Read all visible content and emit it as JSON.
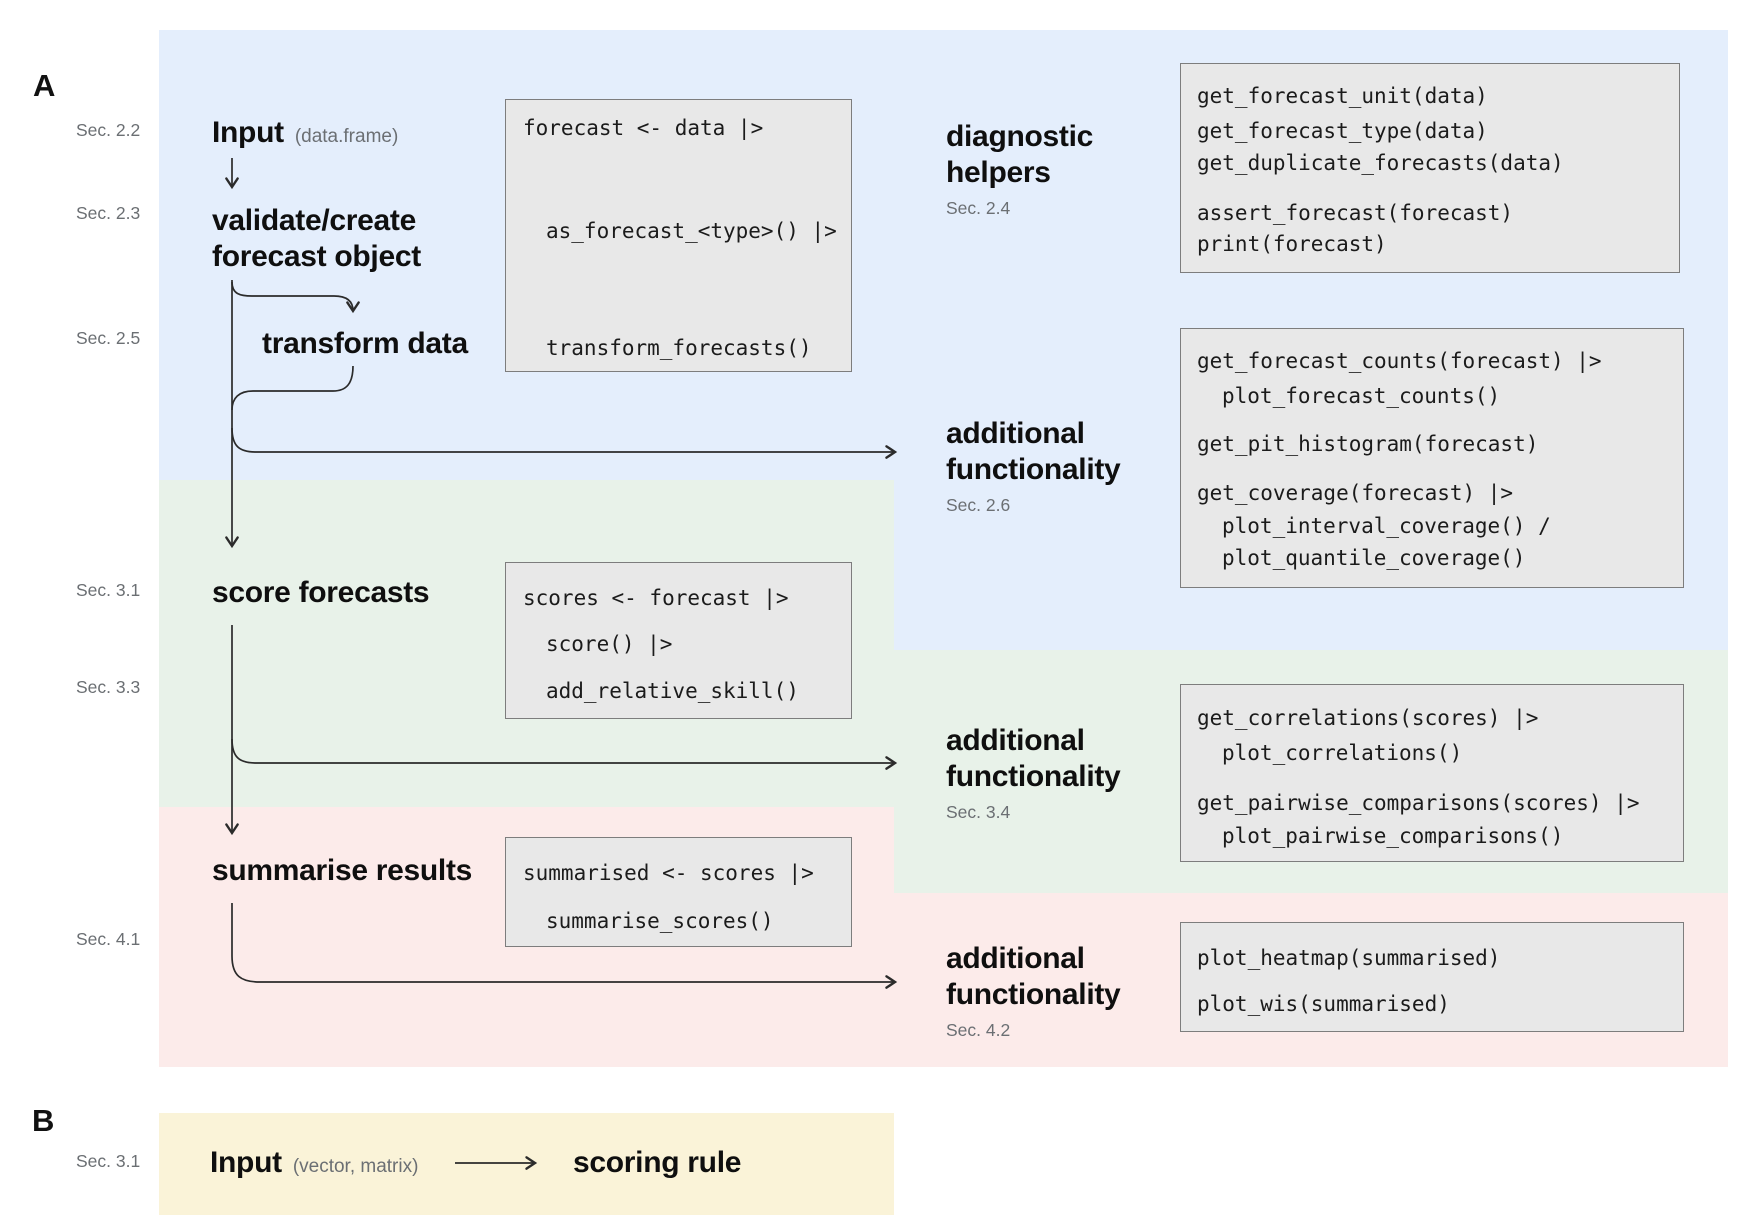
{
  "colors": {
    "blue_region": "#e4eefc",
    "green_region": "#e8f2e9",
    "pink_region": "#fcebea",
    "yellow_region": "#faf3d8",
    "code_box_bg": "#e8e8e8",
    "code_box_border": "#7d7d7d",
    "text": "#0f0f0f",
    "muted_text": "#6b6f73"
  },
  "panelA": {
    "label": "A",
    "secs": {
      "s22": "Sec. 2.2",
      "s23": "Sec. 2.3",
      "s25": "Sec. 2.5",
      "s31": "Sec. 3.1",
      "s33": "Sec. 3.3",
      "s41": "Sec. 4.1"
    },
    "flow": {
      "input": "Input",
      "input_note": "(data.frame)",
      "validate1": "validate/create",
      "validate2": "forecast object",
      "transform": "transform data",
      "score": "score forecasts",
      "summarise": "summarise results"
    },
    "code": {
      "pipeline1": [
        "forecast <- data |>",
        "as_forecast_<type>() |>",
        "transform_forecasts()"
      ],
      "pipeline2": [
        "scores <- forecast |>",
        "score() |>",
        "add_relative_skill()"
      ],
      "pipeline3": [
        "summarised <- scores |>",
        "summarise_scores()"
      ],
      "diagnostic": [
        "get_forecast_unit(data)",
        "get_forecast_type(data)",
        "get_duplicate_forecasts(data)",
        "assert_forecast(forecast)",
        "print(forecast)"
      ],
      "additional1": [
        "get_forecast_counts(forecast) |>",
        "plot_forecast_counts()",
        "get_pit_histogram(forecast)",
        "get_coverage(forecast) |>",
        "plot_interval_coverage() /",
        "plot_quantile_coverage()"
      ],
      "additional2": [
        "get_correlations(scores) |>",
        "plot_correlations()",
        "get_pairwise_comparisons(scores) |>",
        "plot_pairwise_comparisons()"
      ],
      "additional3": [
        "plot_heatmap(summarised)",
        "plot_wis(summarised)"
      ]
    },
    "headings": {
      "diagnostic": {
        "l1": "diagnostic",
        "l2": "helpers",
        "sec": "Sec. 2.4"
      },
      "af1": {
        "l1": "additional",
        "l2": "functionality",
        "sec": "Sec. 2.6"
      },
      "af2": {
        "l1": "additional",
        "l2": "functionality",
        "sec": "Sec. 3.4"
      },
      "af3": {
        "l1": "additional",
        "l2": "functionality",
        "sec": "Sec. 4.2"
      }
    }
  },
  "panelB": {
    "label": "B",
    "sec": "Sec. 3.1",
    "input": "Input",
    "input_note": "(vector, matrix)",
    "scoring_rule": "scoring rule"
  }
}
